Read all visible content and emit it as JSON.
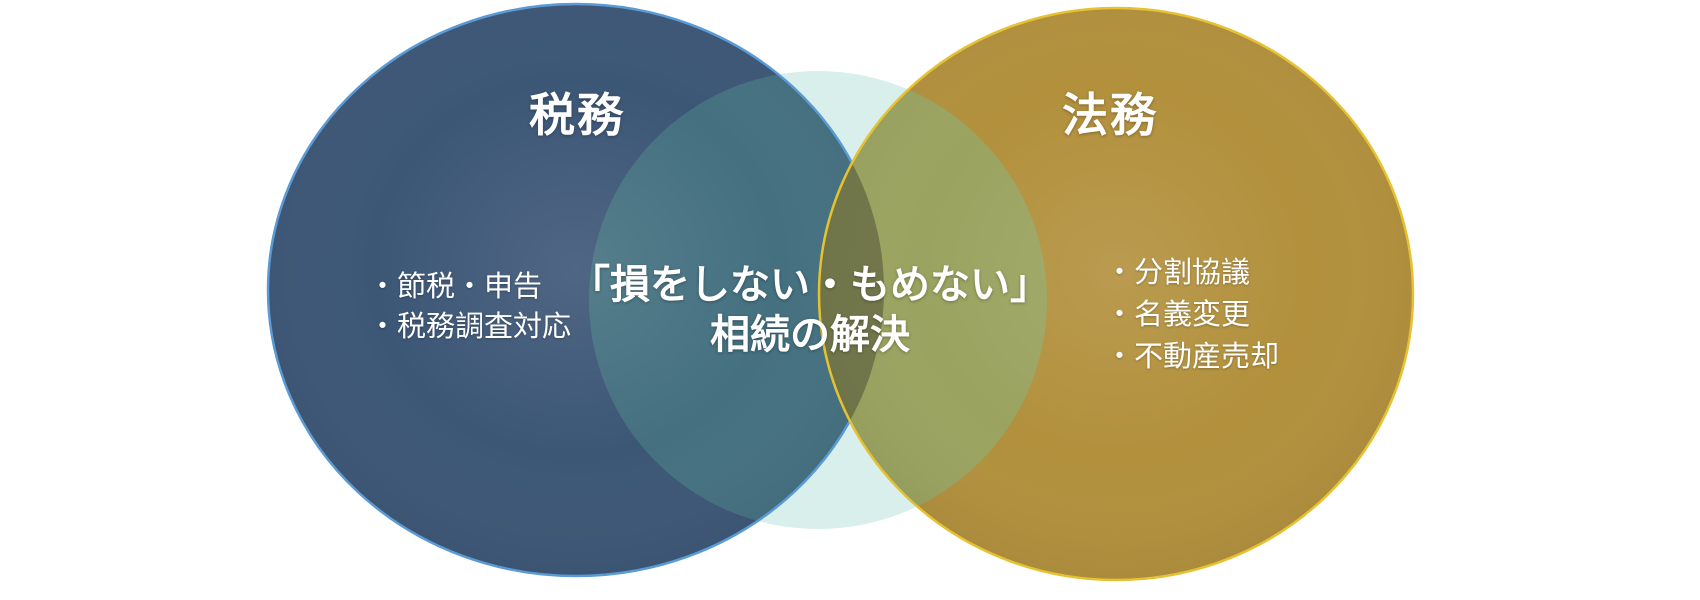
{
  "diagram": {
    "center_text": {
      "line1": "「損をしない・もめない」",
      "line2": "相続の解決"
    },
    "left_circle": {
      "label": "税務",
      "items": [
        "・節税・申告",
        "・税務調査対応"
      ],
      "fill": "#3c5676",
      "stroke": "#5b9bd5",
      "overlap_with_center": "#447080"
    },
    "right_circle": {
      "label": "法務",
      "items": [
        "・分割協議",
        "・名義変更",
        "・不動産売却"
      ],
      "fill": "#b2903c",
      "stroke": "#e6c232",
      "overlap_with_center": "#9aa35f"
    },
    "center_circle": {
      "fill": "#d9efec"
    },
    "left_right_overlap": "#707548",
    "text_color": "#ffffff",
    "background": "#ffffff"
  }
}
